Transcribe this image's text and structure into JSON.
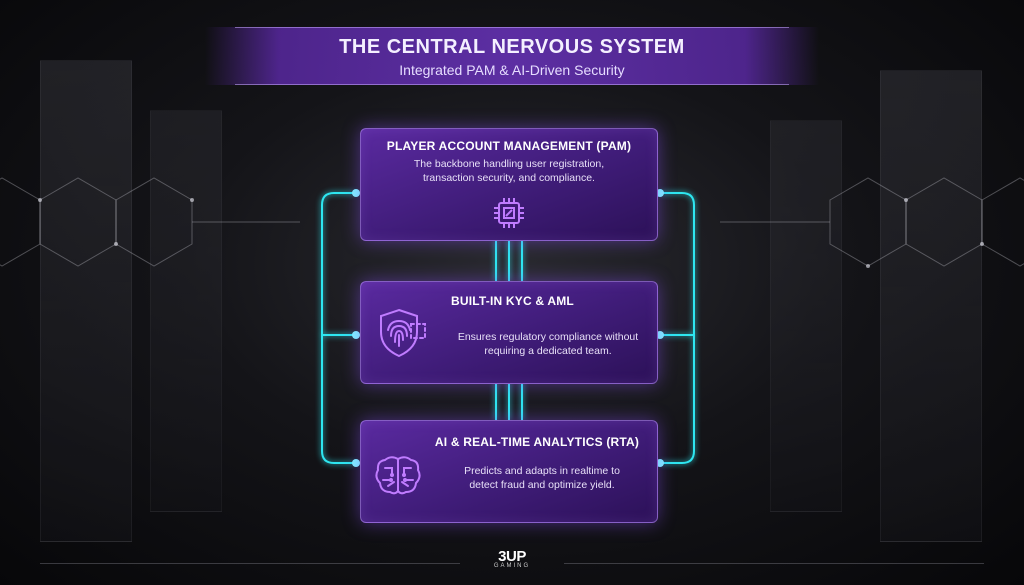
{
  "header": {
    "title": "THE CENTRAL NERVOUS SYSTEM",
    "subtitle": "Integrated PAM & AI-Driven Security"
  },
  "cards": [
    {
      "title": "PLAYER ACCOUNT MANAGEMENT (PAM)",
      "desc_line1": "The backbone handling user registration,",
      "desc_line2": "transaction security, and compliance.",
      "icon": "chip-icon"
    },
    {
      "title": "BUILT-IN KYC & AML",
      "desc_line1": "Ensures regulatory compliance without",
      "desc_line2": "requiring a dedicated team.",
      "icon": "fingerprint-shield-icon"
    },
    {
      "title": "AI & REAL-TIME ANALYTICS (RTA)",
      "desc_line1": "Predicts and adapts in realtime to",
      "desc_line2": "detect fraud and optimize yield.",
      "icon": "brain-icon"
    }
  ],
  "logo": {
    "main": "3UP",
    "sub": "GAMING"
  },
  "colors": {
    "accent_purple": "#5a2aa0",
    "wire_cyan": "#2ee6f0",
    "icon_purple": "#b87cff"
  }
}
